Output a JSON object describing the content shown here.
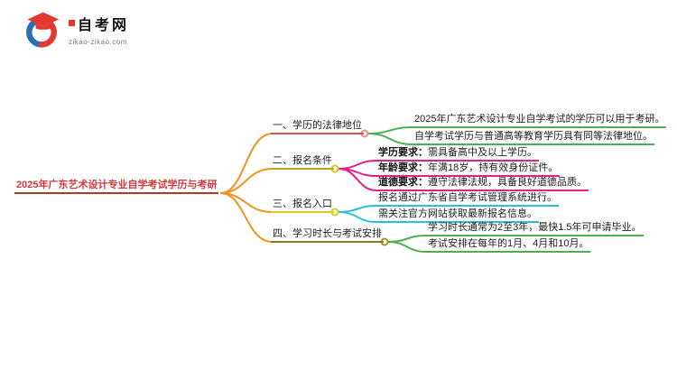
{
  "logo": {
    "name": "自考网",
    "domain": "zikao-zikao.com",
    "cap_color": "#e23a2e",
    "swirl_color": "#2f6eb5"
  },
  "main_topic": {
    "text": "2025年广东艺术设计专业自学考试学历与考研",
    "text_color": "#d6383a",
    "line_color": "#b03a30"
  },
  "connector_color": "#f0921e",
  "branches": [
    {
      "label": "一、学历的法律地位",
      "line_color": "#e84c4c",
      "circle_color": "#ef8f8f",
      "children": [
        {
          "prefix": "",
          "text": "2025年广东艺术设计专业自学考试的学历可以用于考研。",
          "line_color": "#4cb050"
        },
        {
          "prefix": "",
          "text": "自学考试学历与普通高等教育学历具有同等法律地位。",
          "line_color": "#4cb050"
        }
      ]
    },
    {
      "label": "二、报名条件",
      "line_color": "#b5a41e",
      "circle_color": "#d8c422",
      "children": [
        {
          "prefix": "学历要求：",
          "text": "需具备高中及以上学历。",
          "line_color": "#e0218a"
        },
        {
          "prefix": "年龄要求：",
          "text": "年满18岁，持有效身份证件。",
          "line_color": "#e0218a"
        },
        {
          "prefix": "道德要求：",
          "text": "遵守法律法规，具备良好道德品质。",
          "line_color": "#e0218a"
        }
      ]
    },
    {
      "label": "三、报名入口",
      "line_color": "#e3c81f",
      "circle_color": "#cfd428",
      "children": [
        {
          "prefix": "",
          "text": "报名通过广东省自学考试管理系统进行。",
          "line_color": "#2bc0d4"
        },
        {
          "prefix": "",
          "text": "需关注官方网站获取最新报名信息。",
          "line_color": "#2bc0d4"
        }
      ]
    },
    {
      "label": "四、学习时长与考试安排",
      "line_color": "#8a7a1a",
      "circle_color": "#a89420",
      "children": [
        {
          "prefix": "",
          "text": "学习时长通常为2至3年，最快1.5年可申请毕业。",
          "line_color": "#4cb050"
        },
        {
          "prefix": "",
          "text": "考试安排在每年的1月、4月和10月。",
          "line_color": "#4cb050"
        }
      ]
    }
  ]
}
